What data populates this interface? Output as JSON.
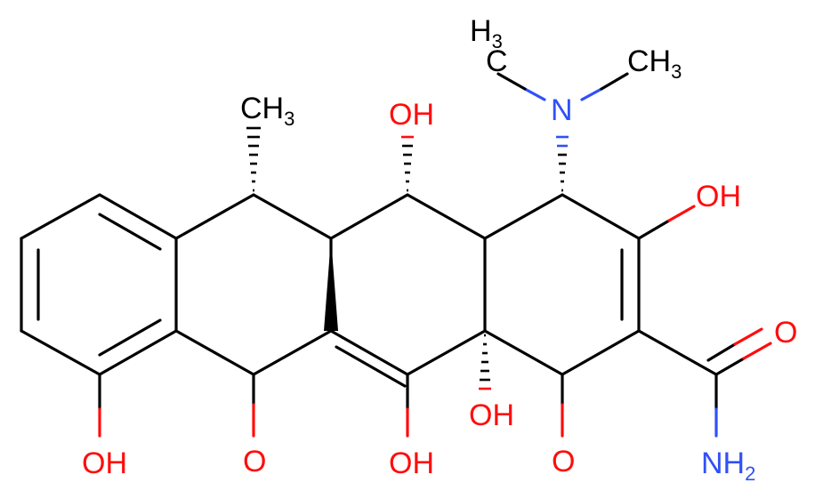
{
  "colors": {
    "bond": "#000000",
    "oxygen": "#ff0d0d",
    "nitrogen": "#3050f8",
    "carbon_label": "#000000",
    "background": "#ffffff"
  },
  "labels": {
    "methyl_top": {
      "main": "CH",
      "sub": "3"
    },
    "oh_c11": "OH",
    "n_dimethyl": "N",
    "h3c_left": {
      "main": "H",
      "sub": "3",
      "tail": "C"
    },
    "ch3_right": {
      "main": "CH",
      "sub": "3"
    },
    "oh_c3": "OH",
    "o_amide": "O",
    "nh2": {
      "main": "NH",
      "sub": "2"
    },
    "o_c1": "O",
    "oh_c12a": "OH",
    "oh_c12": "OH",
    "o_c11": "O",
    "oh_c10": "OH"
  }
}
